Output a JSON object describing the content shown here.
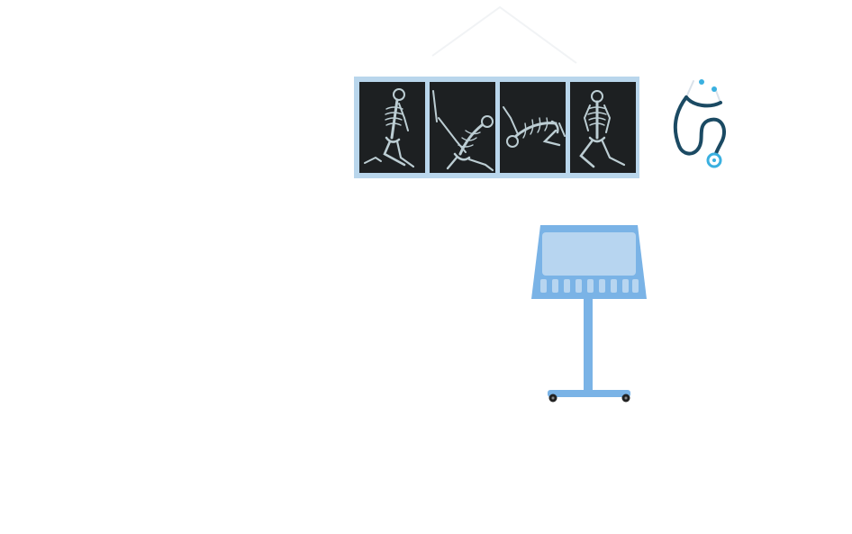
{
  "scene": {
    "background": "#ffffff",
    "colors": {
      "frame": "#b9d6ec",
      "film": "#1d2022",
      "bone": "#d8ecf2",
      "stand_blue": "#7ab3e6",
      "screen_blue": "#b7d5f0",
      "stethoscope_dark": "#1b4a63",
      "stethoscope_accent": "#3ab0e0"
    },
    "icons": {
      "roof": "roof-outline-icon",
      "stethoscope": "stethoscope-icon",
      "monitor": "medical-monitor-stand-icon"
    },
    "xray_panels": [
      {
        "pose": "kneeling-upright"
      },
      {
        "pose": "bending-backward"
      },
      {
        "pose": "crouching-forward"
      },
      {
        "pose": "kneeling-upright"
      }
    ]
  }
}
